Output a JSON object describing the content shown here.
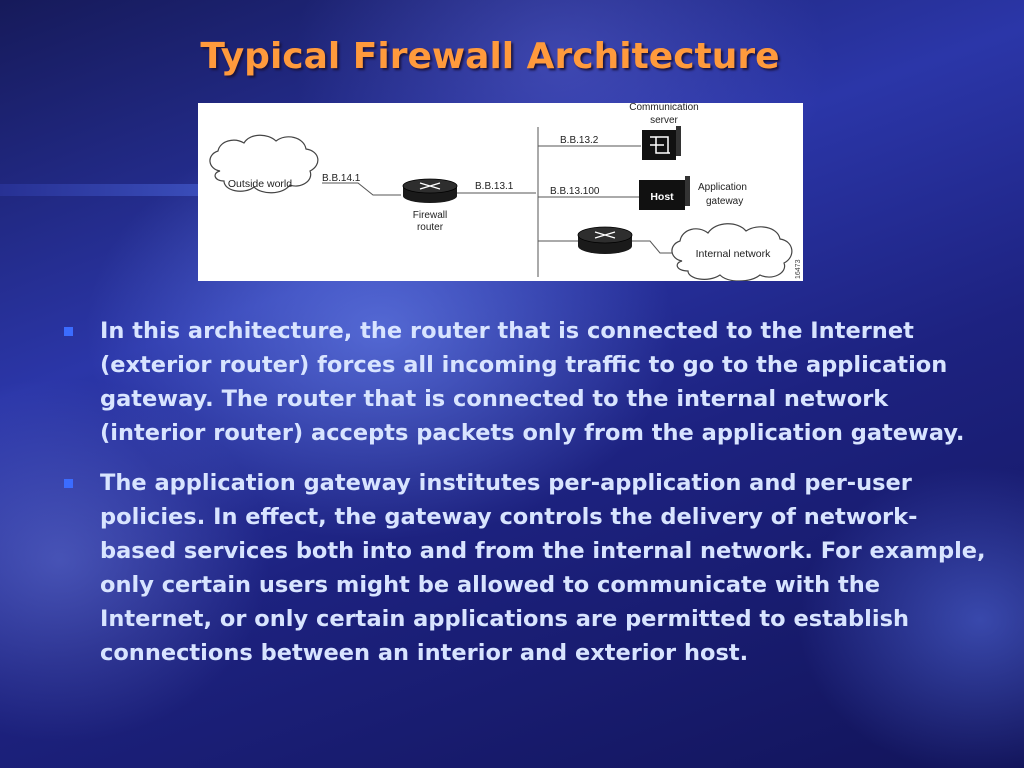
{
  "slide": {
    "title": "Typical Firewall Architecture"
  },
  "diagram": {
    "outside_world": "Outside world",
    "link_left": "B.B.14.1",
    "firewall_router_line1": "Firewall",
    "firewall_router_line2": "router",
    "link_right": "B.B.13.1",
    "comm_server_line1": "Communication",
    "comm_server_line2": "server",
    "addr_comm": "B.B.13.2",
    "addr_host": "B.B.13.100",
    "host_label": "Host",
    "app_gateway_line1": "Application",
    "app_gateway_line2": "gateway",
    "internal_network": "Internal network",
    "figure_id": "16473"
  },
  "bullets": [
    {
      "text": "In this architecture, the router that is connected to the Internet (exterior router) forces all incoming traffic to go to the application gateway. The router that is connected to the internal network (interior router) accepts packets only from the application gateway."
    },
    {
      "text": "The application gateway institutes per-application and per-user policies. In effect, the gateway controls the delivery of network-based services both into and from the internal network. For example, only certain users might be allowed to communicate with the Internet, or only certain applications are permitted to establish connections between an interior and exterior host."
    }
  ],
  "colors": {
    "title": "#ff9a3c",
    "bullet_text": "#d8e4ff",
    "bullet_marker": "#3b6cff"
  }
}
